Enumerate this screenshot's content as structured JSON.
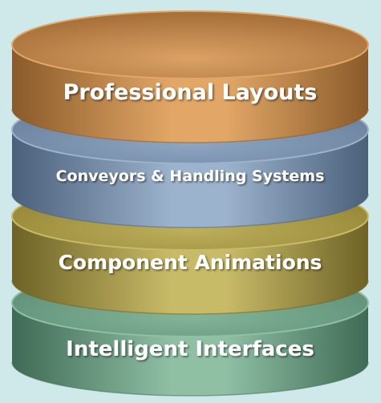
{
  "background_color": "#cfe9ea",
  "layers": [
    {
      "label": "Professional Layouts",
      "colors": {
        "light": "#e2a766",
        "mid": "#c98b4a",
        "dark": "#8a5a2a",
        "top_light": "#dba165",
        "top_dark": "#a8713a"
      }
    },
    {
      "label": "Conveyors & Handling Systems",
      "colors": {
        "light": "#9cb3cd",
        "mid": "#7891ad",
        "dark": "#4b607a",
        "top_light": "#8ea6c1",
        "top_dark": "#6a819d"
      }
    },
    {
      "label": "Component Animations",
      "colors": {
        "light": "#c8bb68",
        "mid": "#a9993f",
        "dark": "#6e6226",
        "top_light": "#bdb05c",
        "top_dark": "#938535"
      }
    },
    {
      "label": "Intelligent Interfaces",
      "colors": {
        "light": "#8fc0a4",
        "mid": "#6b9f84",
        "dark": "#3f6a55",
        "top_light": "#83b59a",
        "top_dark": "#5e8f76"
      }
    }
  ]
}
